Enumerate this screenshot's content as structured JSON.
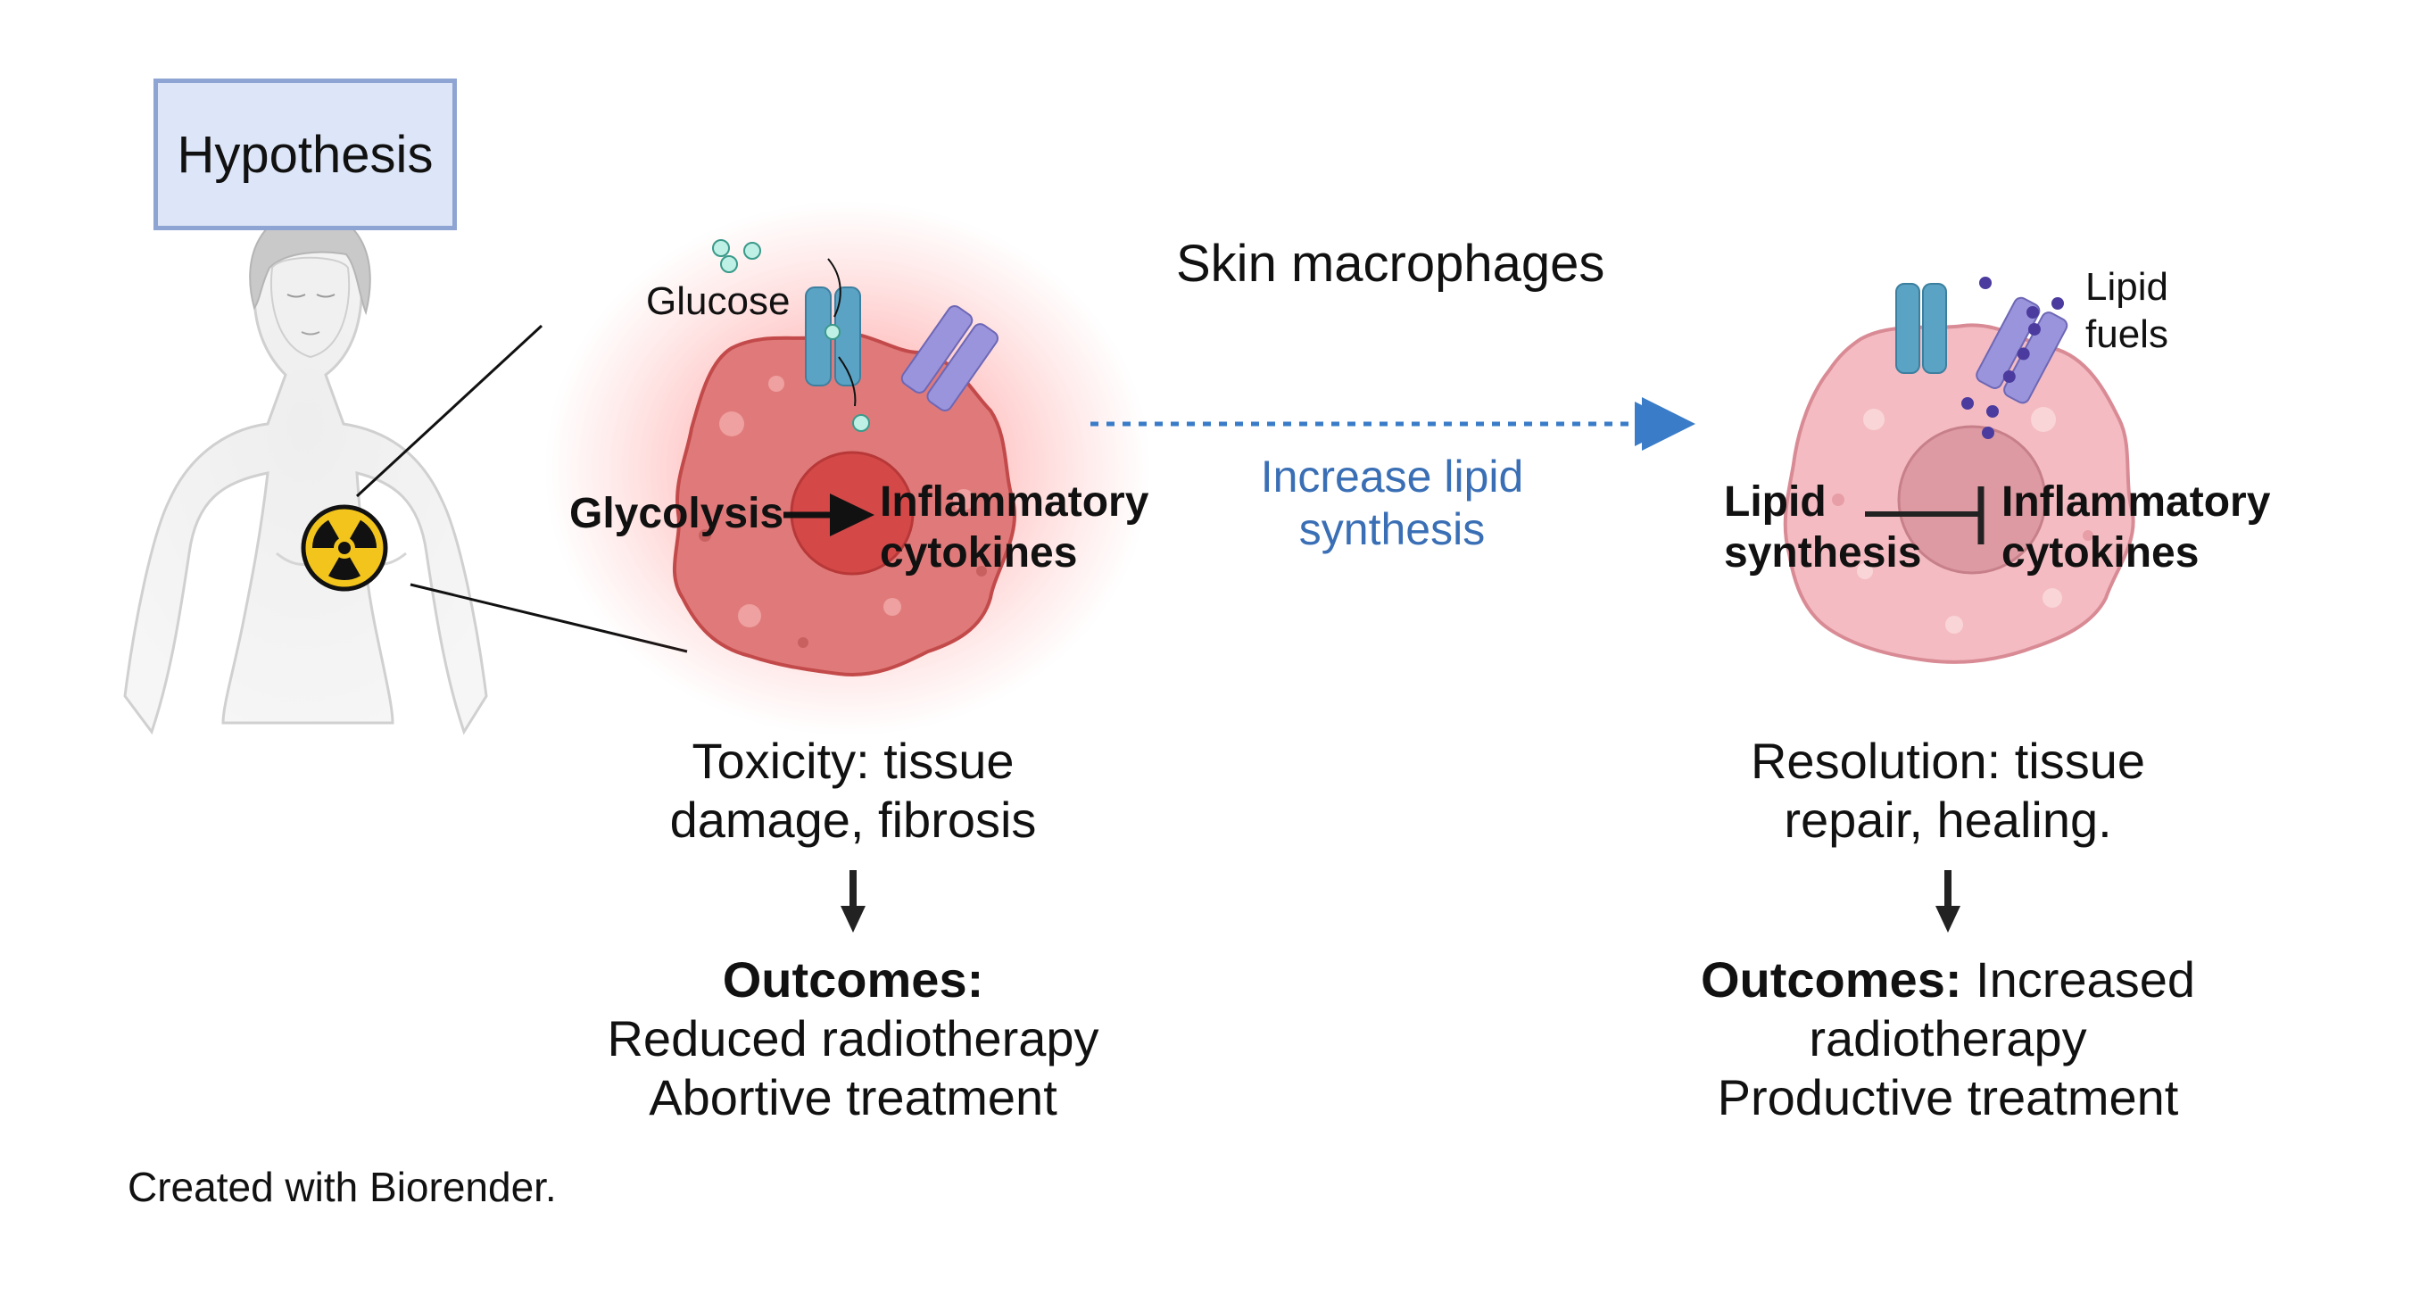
{
  "hypothesis_label": "Hypothesis",
  "title": "Skin macrophages",
  "left_cell": {
    "input_label": "Glucose",
    "pathway": "Glycolysis",
    "product_line1": "Inflammatory",
    "product_line2": "cytokines"
  },
  "transition_label_line1": "Increase lipid",
  "transition_label_line2": "synthesis",
  "right_cell": {
    "input_line1": "Lipid",
    "input_line2": "fuels",
    "pathway_line1": "Lipid",
    "pathway_line2": "synthesis",
    "product_line1": "Inflammatory",
    "product_line2": "cytokines"
  },
  "left_result_line1": "Toxicity: tissue",
  "left_result_line2": "damage, fibrosis",
  "right_result_line1": "Resolution: tissue",
  "right_result_line2": "repair, healing.",
  "left_outcomes": {
    "heading": "Outcomes:",
    "line1": "Reduced radiotherapy",
    "line2": "Abortive treatment"
  },
  "right_outcomes": {
    "heading": "Outcomes:",
    "line1_rest": " Increased",
    "line2": "radiotherapy",
    "line3": "Productive treatment"
  },
  "credit": "Created with Biorender.",
  "colors": {
    "hypothesis_box_fill": "#dde6f8",
    "hypothesis_box_border": "#8ea4d2",
    "inflamed_cell": "#e07a7a",
    "resolved_cell": "#f4bcc2",
    "glucose_channel": "#5ba3c4",
    "lipid_channel": "#9a94dc",
    "transition_arrow": "#3a7cc7",
    "radiation_symbol": "#f2c41c"
  }
}
